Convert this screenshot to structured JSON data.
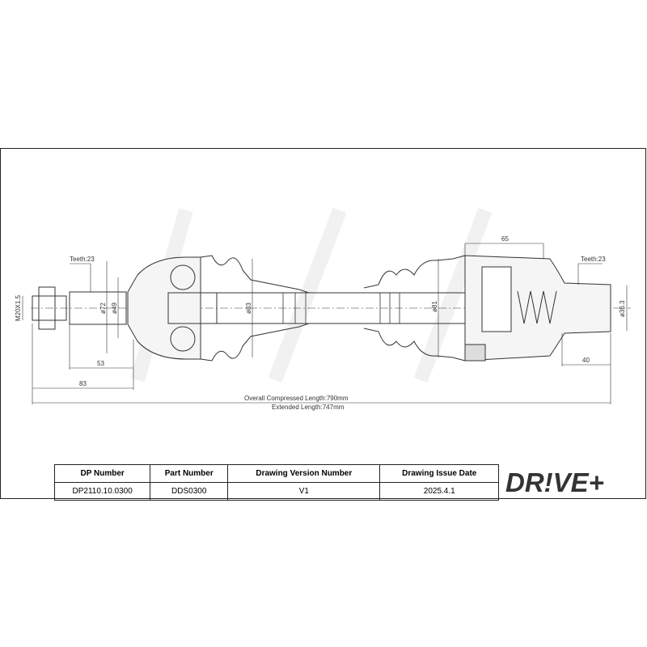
{
  "drawing": {
    "dims": {
      "teeth_left": "Teeth:23",
      "teeth_right": "Teeth:23",
      "thread": "M20X1.5",
      "d72": "ø72",
      "d49": "ø49",
      "d83": "ø83",
      "d81": "ø81",
      "d36": "ø36.3",
      "l53": "53",
      "l83": "83",
      "l65": "65",
      "l40": "40",
      "overall": "Overall Compressed Length:790mm",
      "extended": "Extended Length:747mm"
    }
  },
  "table": {
    "headers": [
      "DP Number",
      "Part Number",
      "Drawing Version Number",
      "Drawing Issue Date"
    ],
    "values": [
      "DP2110.10.0300",
      "DDS0300",
      "V1",
      "2025.4.1"
    ]
  },
  "logo": {
    "text": "DR!VE+",
    "color": "#f07a1a"
  }
}
